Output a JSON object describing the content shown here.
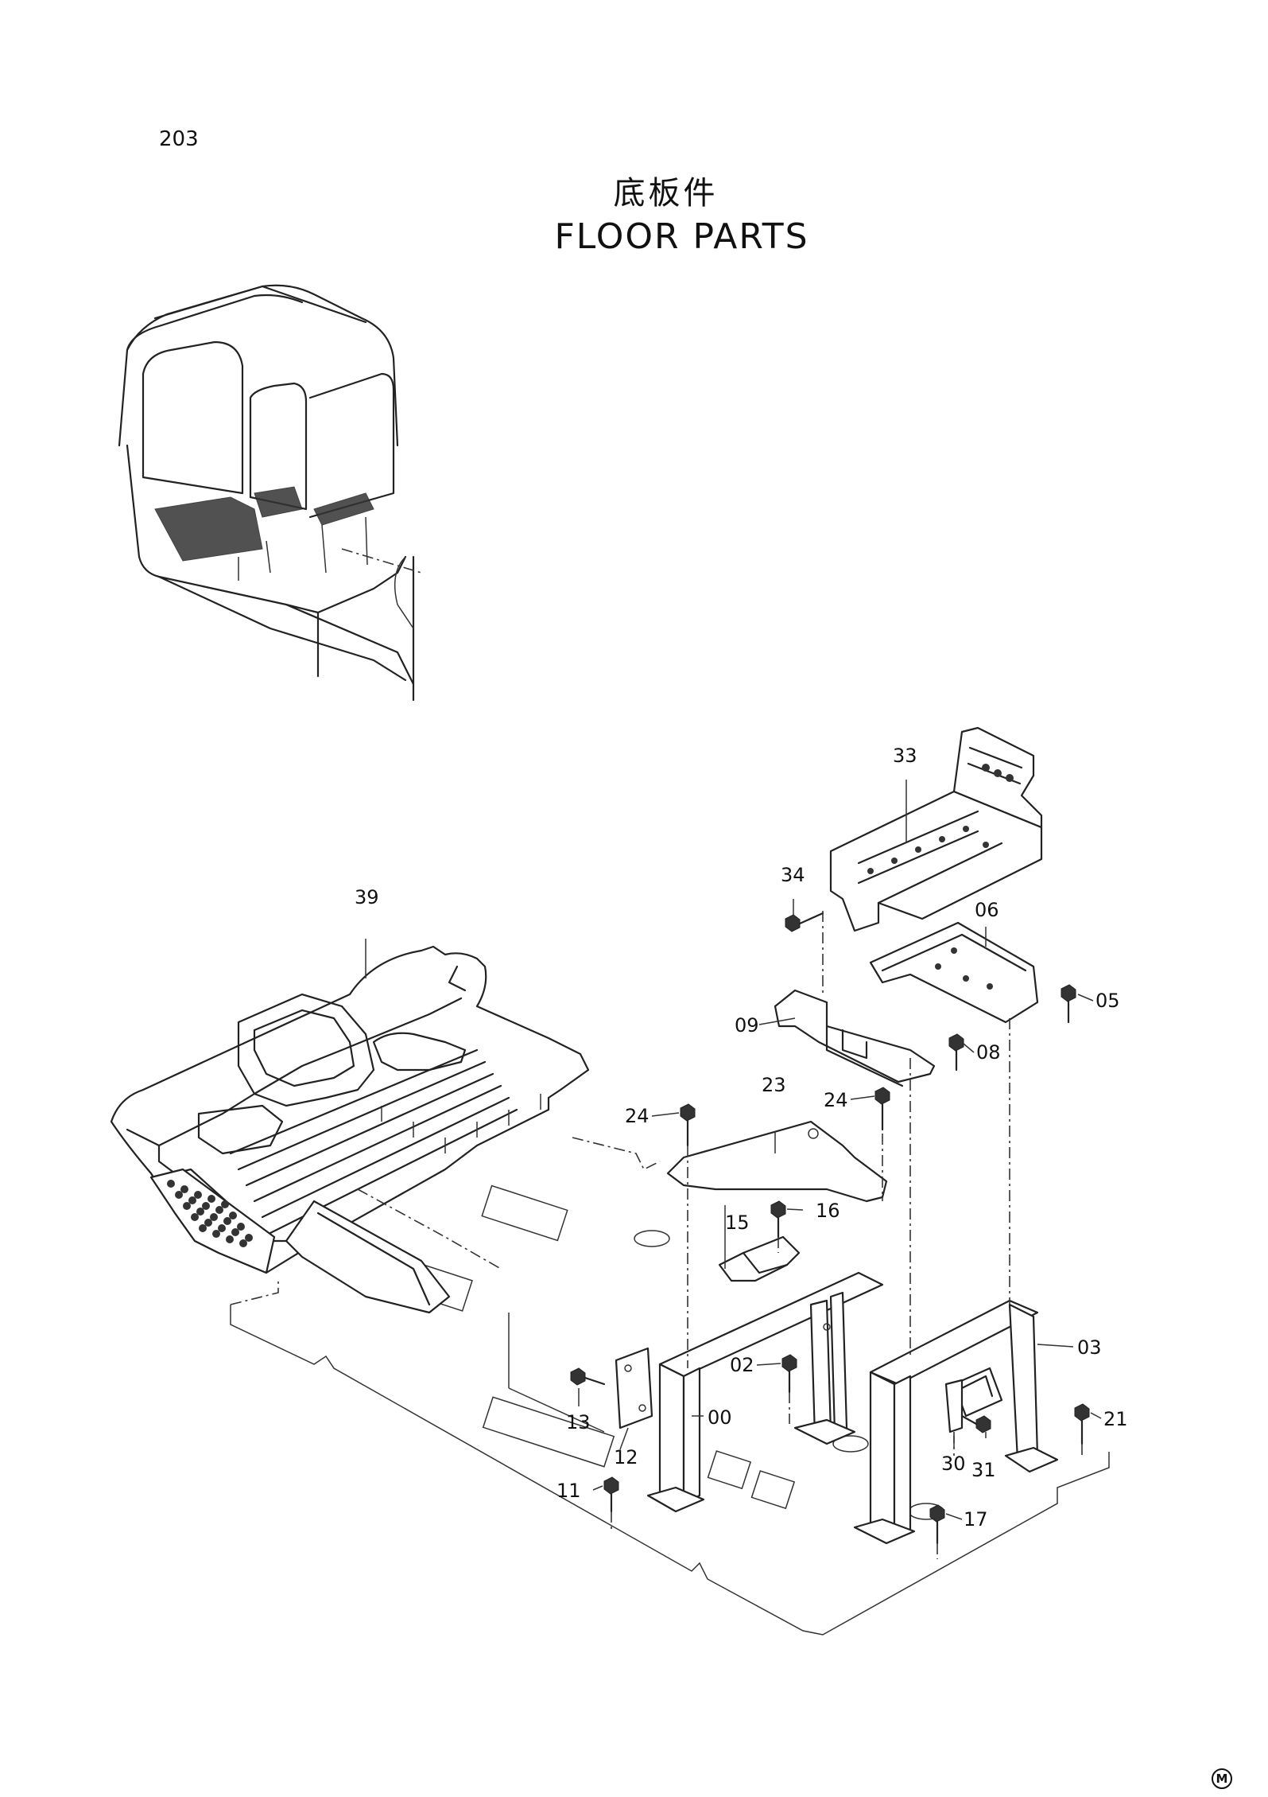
{
  "page_number": "203",
  "title_cn": "底板件",
  "title_en": "FLOOR PARTS",
  "callouts": [
    "00",
    "02",
    "03",
    "05",
    "06",
    "08",
    "09",
    "11",
    "12",
    "13",
    "15",
    "16",
    "17",
    "21",
    "23",
    "24",
    "24",
    "30",
    "31",
    "33",
    "34",
    "39"
  ],
  "corner_mark": "M"
}
